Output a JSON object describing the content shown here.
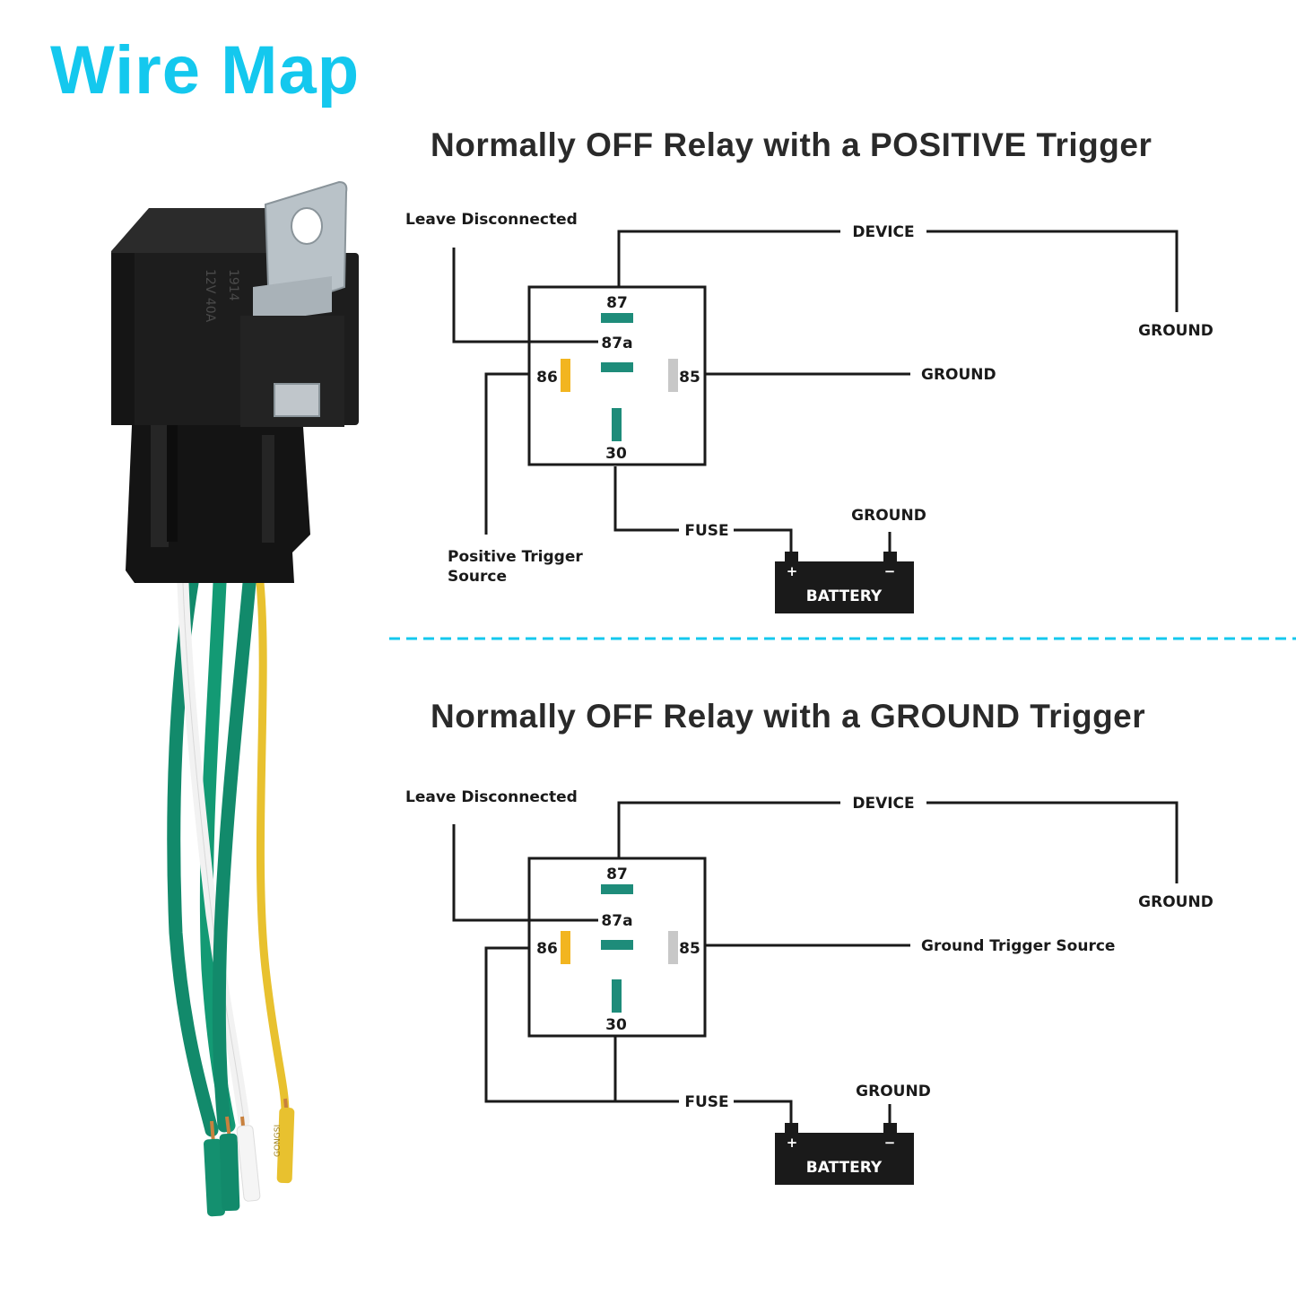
{
  "page_title": "Wire Map",
  "colors": {
    "accent": "#14c8ee",
    "pin_teal": "#1e8c7a",
    "pin_amber": "#f2b520",
    "pin_grey": "#c8c8c8",
    "wire_green": "#128a6b",
    "wire_yellow": "#e8c12f",
    "relay_body": "#1b1b1b"
  },
  "relay_photo": {
    "case_text": "12V 40A",
    "part_number": "1914",
    "lead_print": "GONGSI"
  },
  "diagrams": [
    {
      "title": "Normally OFF Relay with a POSITIVE Trigger",
      "pins": {
        "p87": "87",
        "p87a": "87a",
        "p86": "86",
        "p85": "85",
        "p30": "30"
      },
      "labels": {
        "leave": "Leave Disconnected",
        "device": "DEVICE",
        "device_ground": "GROUND",
        "pin85_target": "GROUND",
        "trigger_line1": "Positive Trigger",
        "trigger_line2": "Source",
        "fuse": "FUSE",
        "battery_ground": "GROUND",
        "battery": "BATTERY",
        "plus": "+",
        "minus": "−"
      }
    },
    {
      "title": "Normally OFF Relay with a GROUND Trigger",
      "pins": {
        "p87": "87",
        "p87a": "87a",
        "p86": "86",
        "p85": "85",
        "p30": "30"
      },
      "labels": {
        "leave": "Leave Disconnected",
        "device": "DEVICE",
        "device_ground": "GROUND",
        "pin85_target": "Ground Trigger Source",
        "fuse": "FUSE",
        "battery_ground": "GROUND",
        "battery": "BATTERY",
        "plus": "+",
        "minus": "−"
      }
    }
  ]
}
